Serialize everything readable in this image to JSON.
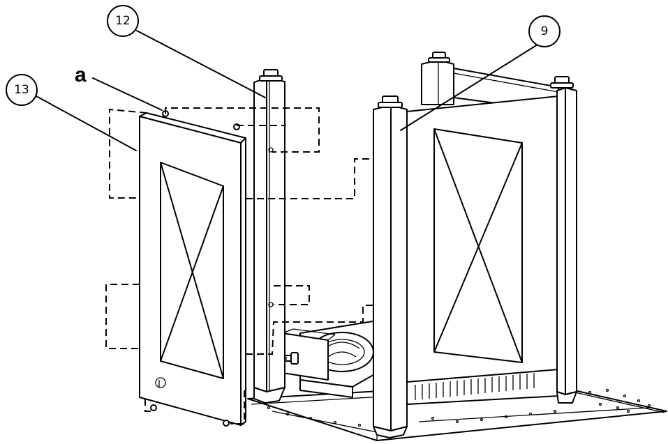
{
  "callouts": [
    {
      "id": "13",
      "label": "13"
    },
    {
      "id": "12",
      "label": "12"
    },
    {
      "id": "9",
      "label": "9"
    }
  ],
  "letters": [
    {
      "id": "a",
      "label": "a"
    }
  ],
  "colors": {
    "line": "#000000",
    "background": "#ffffff"
  }
}
